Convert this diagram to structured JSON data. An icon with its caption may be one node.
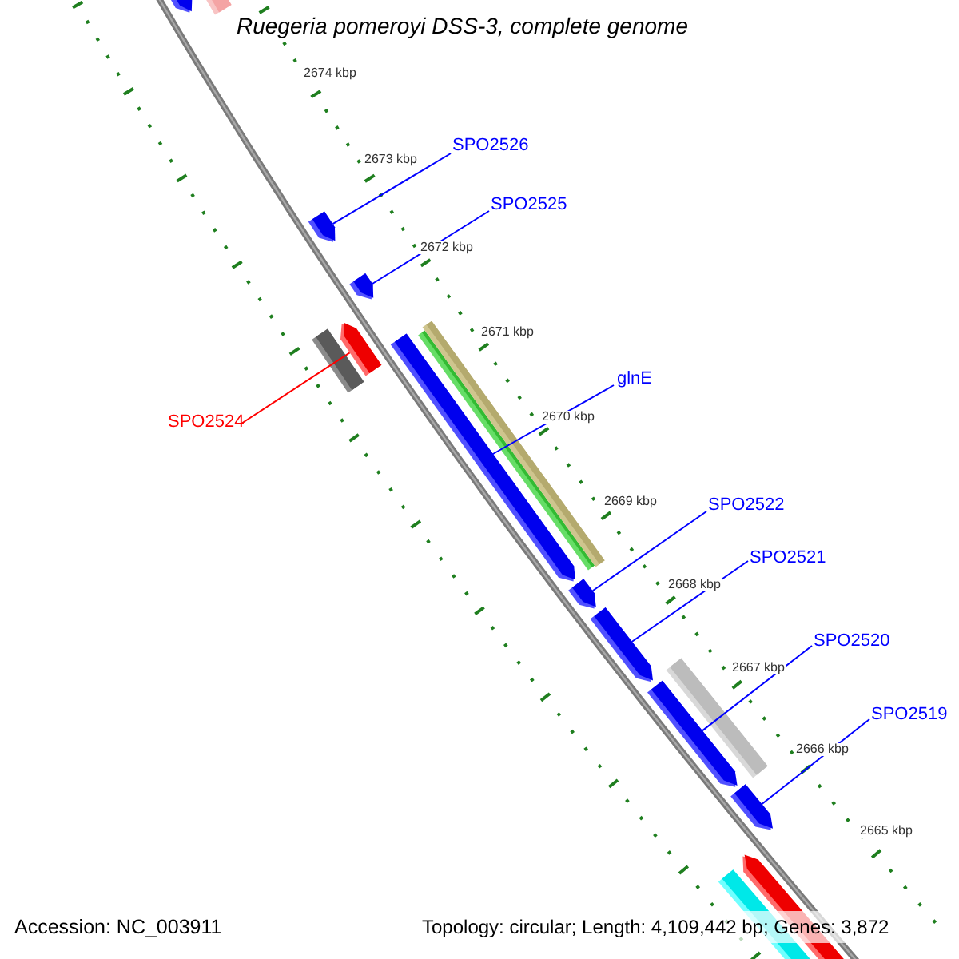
{
  "diagram": {
    "title": "Ruegeria pomeroyi DSS-3, complete genome",
    "nodes": [
      {
        "text": [
          "SPO2526"
        ]
      },
      {
        "text": [],
        "shape": "arrow"
      },
      {
        "text": [
          "SPO2525"
        ]
      },
      {
        "text": [],
        "shape": "arrow"
      },
      {
        "text": [
          "SPO2524"
        ]
      },
      {
        "text": [],
        "shape": "arrow"
      },
      {
        "text": [
          "glnE"
        ]
      },
      {
        "text": [],
        "shape": "arrow"
      },
      {
        "text": [
          "SPO2522"
        ]
      },
      {
        "text": [],
        "shape": "arrow"
      },
      {
        "text": [
          "SPO2521"
        ]
      },
      {
        "text": [],
        "shape": "arrow"
      },
      {
        "text": [
          "SPO2520"
        ]
      },
      {
        "text": [],
        "shape": "arrow"
      },
      {
        "text": [
          "SPO2519"
        ]
      },
      {
        "text": [],
        "shape": "arrow"
      }
    ],
    "edges": [
      {
        "from": 0,
        "to": 1,
        "arrow": "none"
      },
      {
        "from": 2,
        "to": 3,
        "arrow": "none"
      },
      {
        "from": 4,
        "to": 5,
        "arrow": "none",
        "color": "#ff0000"
      },
      {
        "from": 6,
        "to": 7,
        "arrow": "none"
      },
      {
        "from": 8,
        "to": 9,
        "arrow": "none"
      },
      {
        "from": 10,
        "to": 11,
        "arrow": "none"
      },
      {
        "from": 12,
        "to": 13,
        "arrow": "none"
      },
      {
        "from": 14,
        "to": 15,
        "arrow": "none"
      }
    ],
    "labels": [
      "2674 kbp",
      "2673 kbp",
      "2672 kbp",
      "2671 kbp",
      "2670 kbp",
      "2669 kbp",
      "2668 kbp",
      "2667 kbp",
      "2666 kbp",
      "2665 kbp",
      "Accession: NC_003911",
      "Topology: circular; Length: 4,109,442 bp; Genes: 3,872"
    ]
  }
}
